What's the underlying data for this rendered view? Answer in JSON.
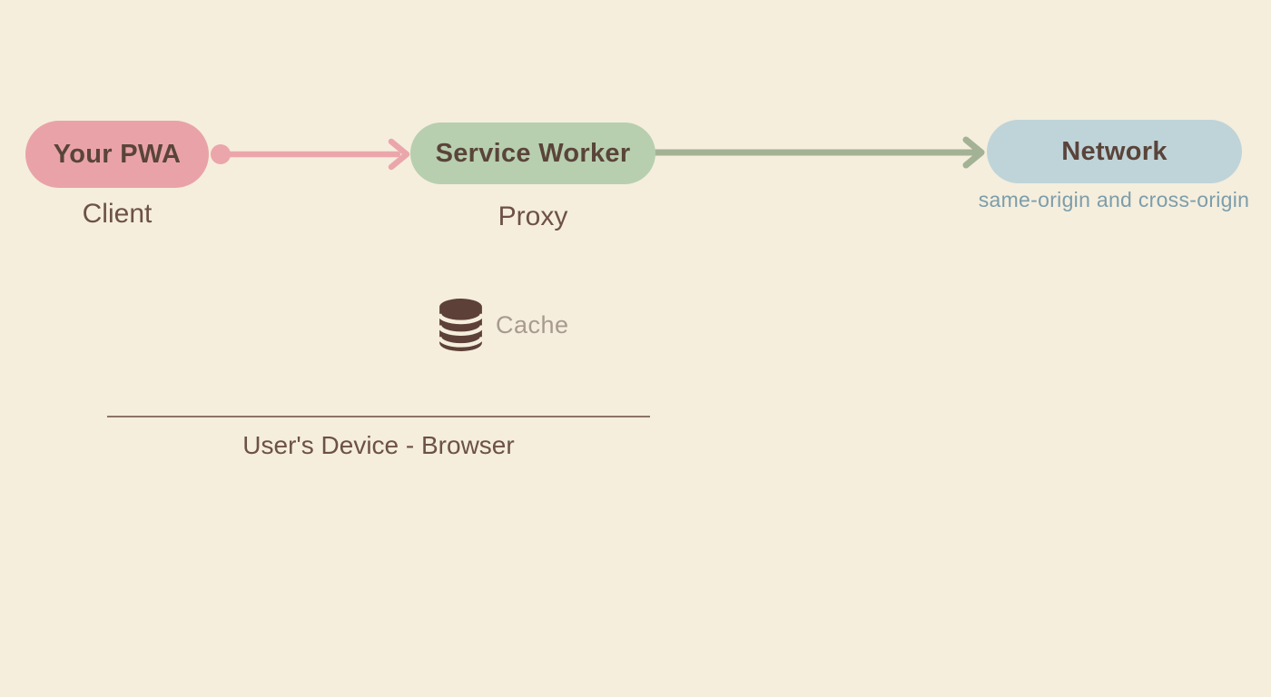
{
  "colors": {
    "background": "#f5eedd",
    "pwa_pill": "#e9a3a8",
    "pwa_arrow": "#eba6ab",
    "sw_pill": "#b7cfae",
    "sw_arrow": "#a3b294",
    "network_pill": "#bfd4d9",
    "pill_text": "#5a443a",
    "sublabel_text": "#6d5147",
    "network_sublabel_text": "#7c9daa",
    "cache_icon": "#5d4037",
    "cache_label_text": "#a89a8e",
    "device_line": "#8c7466",
    "device_text": "#6d5147"
  },
  "nodes": {
    "pwa": {
      "label": "Your PWA",
      "sublabel": "Client"
    },
    "service_worker": {
      "label": "Service Worker",
      "sublabel": "Proxy"
    },
    "network": {
      "label": "Network",
      "sublabel": "same-origin and cross-origin"
    }
  },
  "edges": [
    {
      "from": "pwa",
      "to": "service_worker",
      "style": "dot-line-arrow",
      "color": "#eba6ab"
    },
    {
      "from": "service_worker",
      "to": "network",
      "style": "line-arrow",
      "color": "#a3b294"
    }
  ],
  "cache": {
    "icon": "database-icon",
    "label": "Cache"
  },
  "device_boundary": {
    "label": "User's Device - Browser"
  }
}
